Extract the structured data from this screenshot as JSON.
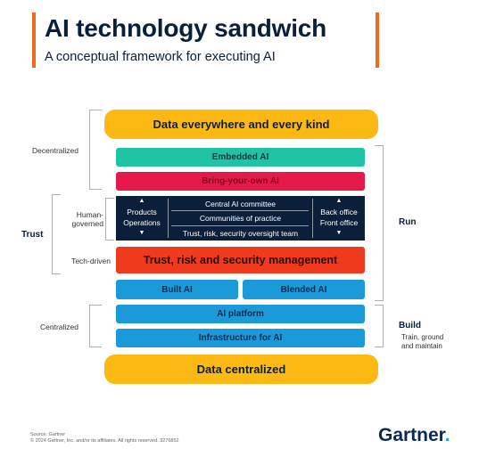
{
  "header": {
    "title": "AI technology sandwich",
    "subtitle": "A conceptual framework for executing AI"
  },
  "layers": {
    "top_bread": "Data everywhere and every kind",
    "embedded_ai": "Embedded AI",
    "byo_ai": "Bring-your-own AI",
    "governance": {
      "left_top": "Products",
      "left_bottom": "Operations",
      "center_rows": [
        "Central AI committee",
        "Communities of practice",
        "Trust, risk, security oversight team"
      ],
      "right_top": "Back office",
      "right_bottom": "Front office"
    },
    "trism": "Trust, risk and security management",
    "built_ai": "Built AI",
    "blended_ai": "Blended AI",
    "ai_platform": "AI platform",
    "infrastructure": "Infrastructure for AI",
    "bottom_bread": "Data centralized"
  },
  "labels": {
    "decentralized": "Decentralized",
    "human_governed_1": "Human-",
    "human_governed_2": "governed",
    "trust": "Trust",
    "tech_driven": "Tech-driven",
    "centralized": "Centralized",
    "run": "Run",
    "build": "Build",
    "build_sub_1": "Train, ground",
    "build_sub_2": "and maintain"
  },
  "footer": {
    "source": "Source: Gartner",
    "copyright": "© 2024 Gartner, Inc. and/or its affiliates. All rights reserved. 3276852"
  },
  "logo": {
    "text": "Gartner",
    "dot": "."
  },
  "colors": {
    "accent_bar": "#f26722",
    "bread": "#fdb913",
    "embedded": "#20c4a4",
    "byo": "#e6194b",
    "governance": "#0b1f3a",
    "trism": "#f03a1e",
    "build_blue": "#1a9ad9"
  },
  "icons": {
    "up_arrow": "▲",
    "down_arrow": "▼"
  }
}
